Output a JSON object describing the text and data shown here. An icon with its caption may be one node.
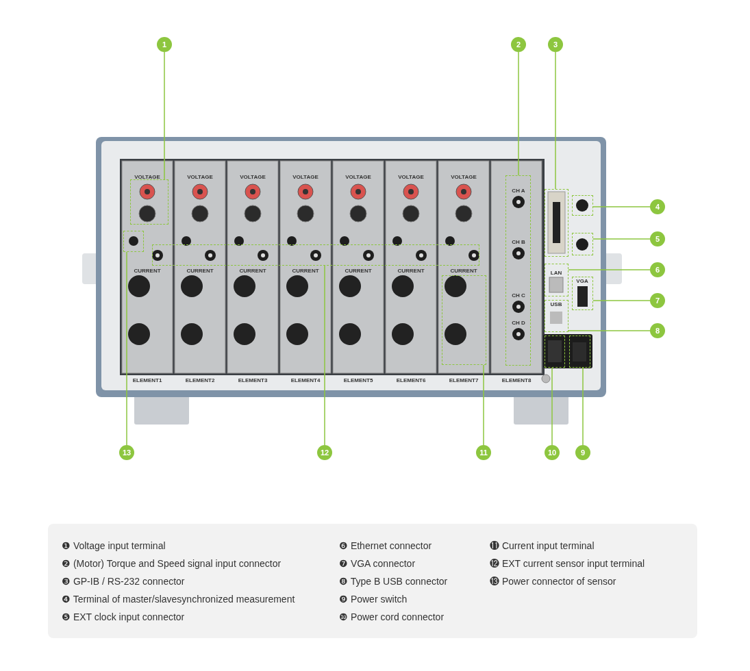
{
  "diagram": {
    "nodes": [
      {
        "text": [
          "1"
        ]
      },
      {
        "text": [
          "2"
        ]
      },
      {
        "text": [
          "3"
        ]
      },
      {
        "text": [
          "4"
        ]
      },
      {
        "text": [
          "5"
        ]
      },
      {
        "text": [
          "6"
        ]
      },
      {
        "text": [
          "7"
        ]
      },
      {
        "text": [
          "8"
        ]
      },
      {
        "text": [
          "9"
        ]
      },
      {
        "text": [
          "10"
        ]
      },
      {
        "text": [
          "11"
        ]
      },
      {
        "text": [
          "12"
        ]
      },
      {
        "text": [
          "13"
        ]
      },
      {
        "text": [],
        "shape": "box"
      },
      {
        "text": [],
        "shape": "box"
      },
      {
        "text": [],
        "shape": "box"
      },
      {
        "text": [],
        "shape": "box"
      },
      {
        "text": [],
        "shape": "box"
      },
      {
        "text": [],
        "shape": "box"
      },
      {
        "text": [],
        "shape": "box"
      },
      {
        "text": [],
        "shape": "box"
      },
      {
        "text": [],
        "shape": "box"
      },
      {
        "text": [],
        "shape": "box"
      },
      {
        "text": [],
        "shape": "box"
      },
      {
        "text": [],
        "shape": "box"
      },
      {
        "text": [],
        "shape": "box"
      }
    ],
    "edges": [
      {
        "from": 0,
        "to": 13,
        "arrow": "none"
      },
      {
        "from": 1,
        "to": 14,
        "arrow": "none"
      },
      {
        "from": 2,
        "to": 15,
        "arrow": "none"
      },
      {
        "from": 3,
        "to": 16,
        "arrow": "none"
      },
      {
        "from": 4,
        "to": 17,
        "arrow": "none"
      },
      {
        "from": 5,
        "to": 18,
        "arrow": "none"
      },
      {
        "from": 6,
        "to": 19,
        "arrow": "none"
      },
      {
        "from": 7,
        "to": 20,
        "arrow": "none"
      },
      {
        "from": 8,
        "to": 21,
        "arrow": "none"
      },
      {
        "from": 9,
        "to": 22,
        "arrow": "none"
      },
      {
        "from": 10,
        "to": 23,
        "arrow": "none"
      },
      {
        "from": 11,
        "to": 24,
        "arrow": "none"
      },
      {
        "from": 12,
        "to": 25,
        "arrow": "none"
      }
    ],
    "labels": [
      "VOLTAGE",
      "VOLTAGE",
      "VOLTAGE",
      "VOLTAGE",
      "VOLTAGE",
      "VOLTAGE",
      "VOLTAGE",
      "CURRENT",
      "CURRENT",
      "CURRENT",
      "CURRENT",
      "CURRENT",
      "CURRENT",
      "CURRENT",
      "ELEMENT1",
      "ELEMENT2",
      "ELEMENT3",
      "ELEMENT4",
      "ELEMENT5",
      "ELEMENT6",
      "ELEMENT7",
      "ELEMENT8",
      "CH A",
      "CH B",
      "CH C",
      "CH D",
      "LAN",
      "VGA",
      "USB",
      "❶ Voltage input terminal",
      "❷ (Motor) Torque and Speed signal input connector",
      "❸ GP-IB / RS-232 connector",
      "❹ Terminal of master/slavesynchronized measurement",
      "❺ EXT clock input connector",
      "❻ Ethernet connector",
      "❼ VGA connector",
      "❽ Type B USB connector",
      "❾ Power switch",
      "❿ Power cord connector",
      "⓫ Current input terminal",
      "⓬ EXT current sensor input terminal",
      "⓭ Power connector of sensor"
    ]
  }
}
